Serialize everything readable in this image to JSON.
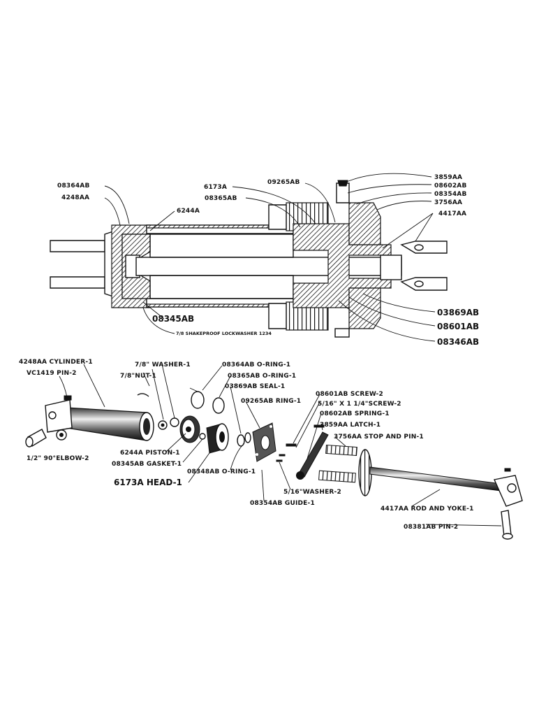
{
  "top_labels": {
    "l_08364AB": "08364AB",
    "l_4248AA": "4248AA",
    "l_6244A": "6244A",
    "l_6173A": "6173A",
    "l_08365AB": "08365AB",
    "l_09265AB": "09265AB",
    "l_3859AA": "3859AA",
    "l_08602AB": "08602AB",
    "l_08354AB": "08354AB",
    "l_3756AA": "3756AA",
    "l_4417AA": "4417AA",
    "l_08345AB": "08345AB",
    "l_lockwasher": "7/8 SHAKEPROOF LOCKWASHER 1234",
    "l_03869AB": "03869AB",
    "l_08601AB": "08601AB",
    "l_08346AB": "08346AB"
  },
  "bottom_labels": {
    "cylinder": "4248AA CYLINDER-1",
    "pin": "VC1419 PIN-2",
    "elbow": "1/2\" 90°ELBOW-2",
    "nut": "7/8\"NUT-1",
    "washer": "7/8\" WASHER-1",
    "piston": "6244A PISTON-1",
    "gasket": "08345AB GASKET-1",
    "head": "6173A HEAD-1",
    "oring1": "08364AB O-RING-1",
    "oring2": "08365AB O-RING-1",
    "seal": "03869AB SEAL-1",
    "ring": "09265AB RING-1",
    "oring3": "08348AB O-RING-1",
    "guide": "08354AB GUIDE-1",
    "screw2": "08601AB SCREW-2",
    "screw516": "5/16\" X 1 1/4\"SCREW-2",
    "spring": "08602AB SPRING-1",
    "latch": "3859AA LATCH-1",
    "stop": "3756AA STOP AND PIN-1",
    "washer2": "5/16\"WASHER-2",
    "rod": "4417AA ROD AND YOKE-1",
    "pin2": "08381AB PIN-2"
  }
}
